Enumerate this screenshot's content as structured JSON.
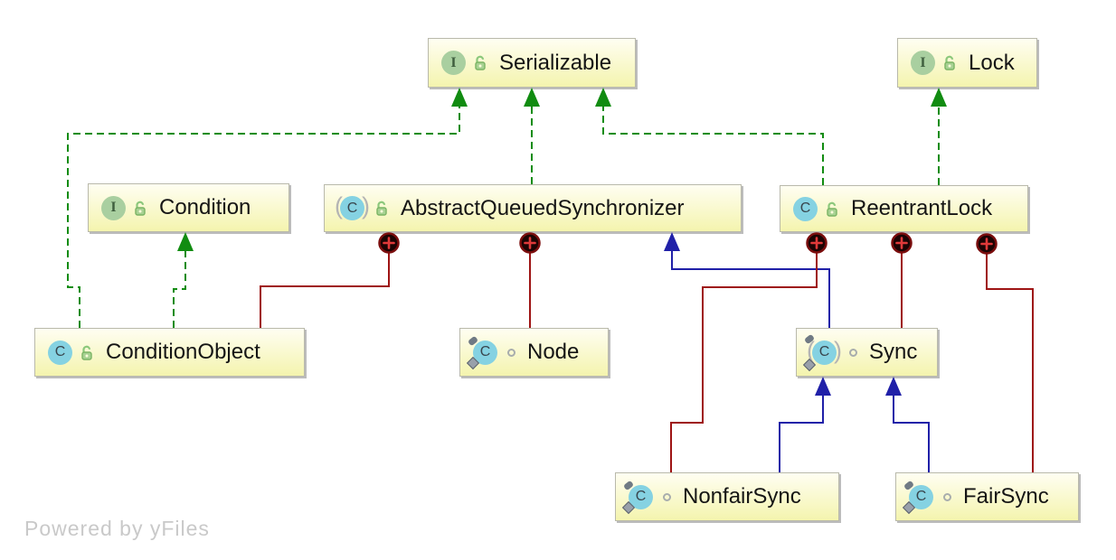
{
  "diagram": {
    "watermark": "Powered by yFiles",
    "nodes": {
      "serializable": {
        "label": "Serializable",
        "kind": "interface",
        "visibility": "public",
        "static": false
      },
      "lock": {
        "label": "Lock",
        "kind": "interface",
        "visibility": "public",
        "static": false
      },
      "condition": {
        "label": "Condition",
        "kind": "interface",
        "visibility": "public",
        "static": false
      },
      "abstract_queued_synchronizer": {
        "label": "AbstractQueuedSynchronizer",
        "kind": "abstract-class",
        "visibility": "public",
        "static": false
      },
      "reentrant_lock": {
        "label": "ReentrantLock",
        "kind": "class",
        "visibility": "public",
        "static": false
      },
      "condition_object": {
        "label": "ConditionObject",
        "kind": "class",
        "visibility": "public",
        "static": false
      },
      "node": {
        "label": "Node",
        "kind": "class",
        "visibility": "package-private",
        "static": true
      },
      "sync": {
        "label": "Sync",
        "kind": "abstract-class",
        "visibility": "package-private",
        "static": true
      },
      "nonfair_sync": {
        "label": "NonfairSync",
        "kind": "class",
        "visibility": "package-private",
        "static": true
      },
      "fair_sync": {
        "label": "FairSync",
        "kind": "class",
        "visibility": "package-private",
        "static": true
      }
    },
    "edges": [
      {
        "from": "ConditionObject",
        "to": "Serializable",
        "type": "implements"
      },
      {
        "from": "ConditionObject",
        "to": "Condition",
        "type": "implements"
      },
      {
        "from": "AbstractQueuedSynchronizer",
        "to": "Serializable",
        "type": "implements"
      },
      {
        "from": "ReentrantLock",
        "to": "Serializable",
        "type": "implements"
      },
      {
        "from": "ReentrantLock",
        "to": "Lock",
        "type": "implements"
      },
      {
        "from": "Sync",
        "to": "AbstractQueuedSynchronizer",
        "type": "extends"
      },
      {
        "from": "NonfairSync",
        "to": "Sync",
        "type": "extends"
      },
      {
        "from": "FairSync",
        "to": "Sync",
        "type": "extends"
      },
      {
        "from": "AbstractQueuedSynchronizer",
        "to": "ConditionObject",
        "type": "inner-class"
      },
      {
        "from": "AbstractQueuedSynchronizer",
        "to": "Node",
        "type": "inner-class"
      },
      {
        "from": "ReentrantLock",
        "to": "NonfairSync",
        "type": "inner-class"
      },
      {
        "from": "ReentrantLock",
        "to": "Sync",
        "type": "inner-class"
      },
      {
        "from": "ReentrantLock",
        "to": "FairSync",
        "type": "inner-class"
      }
    ],
    "colors": {
      "implements_green": "#118c11",
      "extends_blue": "#2020a8",
      "inner_red": "#9e1414",
      "node_border": "#b9b9ab",
      "node_fill_top": "#fffef2",
      "node_fill_bottom": "#f4f4ae",
      "watermark_gray": "#c9c9c9"
    }
  }
}
